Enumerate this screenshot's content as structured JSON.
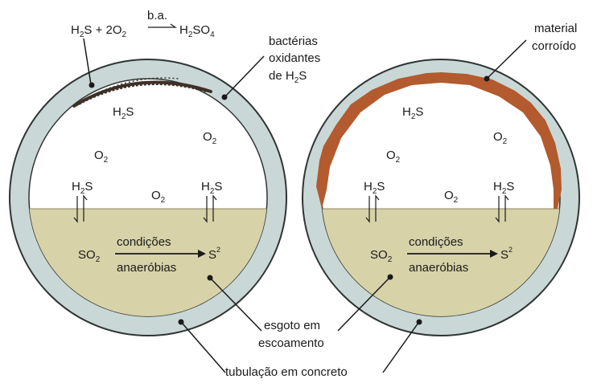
{
  "colors": {
    "pipe_wall": "#c9d8d7",
    "pipe_outline": "#2e3432",
    "sewage": "#d8d2a8",
    "corroded": "#b35a2e",
    "bacteria": "#3d3027",
    "background": "#ffffff"
  },
  "reaction": {
    "h": "H",
    "s_plus": "S + 2O",
    "two": "2",
    "arrow_label": "b.a.",
    "product_h": "H",
    "product_so": "SO",
    "four": "4"
  },
  "labels": {
    "h": "H",
    "two": "2",
    "s": "S",
    "o": "O",
    "so": "SO",
    "sup": "2",
    "conditions_line1": "condições",
    "conditions_line2": "anaeróbias"
  },
  "annotations": {
    "bacteria_line1": "bactérias",
    "bacteria_line2": "oxidantes",
    "bacteria_line3_prefix": "de H",
    "bacteria_line3_sub": "2",
    "bacteria_line3_suffix": "S",
    "material_line1": "material",
    "material_line2": "corroído",
    "sewage_line1": "esgoto em",
    "sewage_line2": "escoamento",
    "pipe": "tubulação em concreto"
  }
}
